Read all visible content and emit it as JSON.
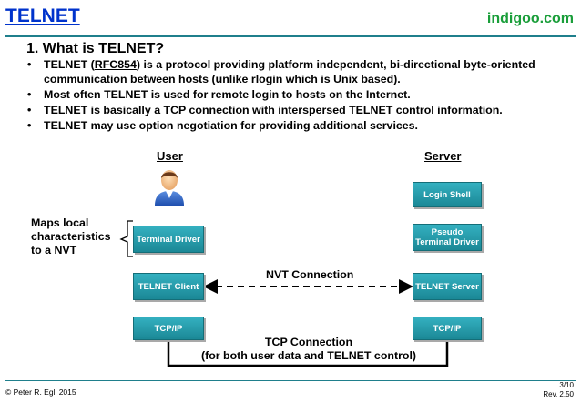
{
  "header": {
    "title": "TELNET",
    "brand": "indigoo.com"
  },
  "section_title": "1. What is TELNET?",
  "bullets": [
    {
      "pre": "TELNET (",
      "link": "RFC854",
      "post": ") is a protocol providing platform independent, bi-directional byte-oriented communication between hosts (unlike rlogin which is Unix based)."
    },
    {
      "text": "Most often TELNET is used for remote login to hosts on the Internet."
    },
    {
      "text": "TELNET is basically a TCP connection with interspersed TELNET control information."
    },
    {
      "text": "TELNET may use option negotiation for providing additional services."
    }
  ],
  "diagram": {
    "user_label": "User",
    "server_label": "Server",
    "client_boxes": {
      "terminal_driver": "Terminal Driver",
      "telnet_client": "TELNET Client",
      "tcpip": "TCP/IP"
    },
    "server_boxes": {
      "login_shell": "Login Shell",
      "pseudo_line1": "Pseudo",
      "pseudo_line2": "Terminal Driver",
      "telnet_server": "TELNET Server",
      "tcpip": "TCP/IP"
    },
    "maps_label": {
      "line1": "Maps local",
      "line2": "characteristics",
      "line3": "to a NVT"
    },
    "nvt_label": "NVT Connection",
    "tcp_label": {
      "line1": "TCP Connection",
      "line2": "(for both user data and TELNET control)"
    }
  },
  "footer": {
    "copyright": "© Peter R. Egli 2015",
    "page": "3/10",
    "rev": "Rev. 2.50"
  }
}
